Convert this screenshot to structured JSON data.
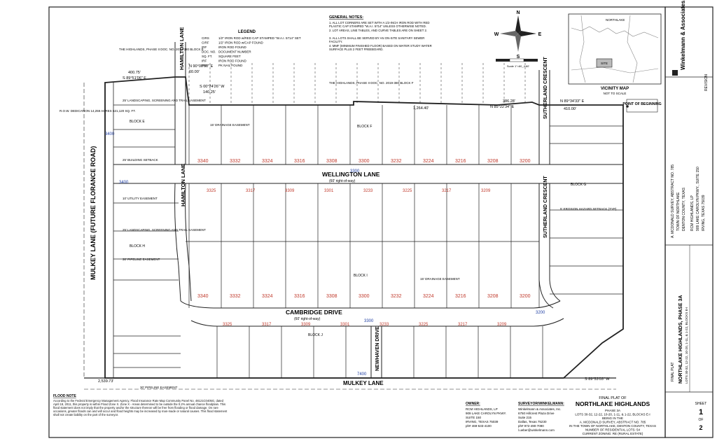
{
  "legend": {
    "title": "LEGEND",
    "items": [
      {
        "abbr": "CIRS",
        "desc": "1/2\" IRON ROD w/RED CAP STAMPED \"W.A.I. 5714\" SET"
      },
      {
        "abbr": "CIRF",
        "desc": "1/2\" IRON ROD w/CAP FOUND"
      },
      {
        "abbr": "IRF",
        "desc": "IRON ROD FOUND"
      },
      {
        "abbr": "DOC. NO.",
        "desc": "DOCUMENT NUMBER"
      },
      {
        "abbr": "SQ. FT.",
        "desc": "SQUARE FEET"
      },
      {
        "abbr": "IRF",
        "desc": "IRON ROD FOUND"
      },
      {
        "abbr": "PKF",
        "desc": "PK NAIL FOUND"
      }
    ]
  },
  "general_notes": {
    "title": "GENERAL NOTES:",
    "items": [
      "1. ALL LOT CORNERS ARE SET WITH A 1/2-INCH IRON ROD WITH RED PLASTIC CAP STAMPED \"W.A.I. 5714\" UNLESS OTHERWISE NOTED.",
      "2. LOT AREAS, LINE TABLES, AND CURVE TABLES ARE ON SHEET 2.",
      "3. ALL LOTS SHALL BE SERVED BY AN ON-SITE SANITARY SEWER FACILITY.",
      "4. MMF (MINIMUM FINISHED FLOOR) BASED ON WATER STUDY WATER SURFACE PLUS 2 FEET FREEBOARD."
    ]
  },
  "streets": {
    "hamilton_top": "HAMILTON LANE",
    "hamilton_mid": "HAMILTON LANE",
    "mulkey_west": "MULKEY LANE (FUTURE FLORANCE ROAD)",
    "mulkey_bottom": "MULKEY LANE",
    "wellington": "WELLINGTON LANE",
    "cambridge": "CAMBRIDGE DRIVE",
    "newhaven": "NEWHAVEN DRIVE",
    "sutherland_top": "SUTHERLAND CRESCENT",
    "sutherland_mid": "SUTHERLAND CRESCENT",
    "row": "(60' right-of-way)"
  },
  "row_dedication": "R.O.W. DEDICATION 14,259 ACRES 621,120 SQ. FT.",
  "tract_note": "THE HIGHLANDS, PHASE II DOC. NO. 2019-380 BLOCK E",
  "tract_note_center": "THE HIGHLANDS, PHASE II DOC. NO. 2019-380 BLOCK F",
  "bearings": [
    {
      "id": "b1",
      "text": "400.75'"
    },
    {
      "id": "b2",
      "text": "S 89°51'06\" E"
    },
    {
      "id": "b3",
      "text": "N 90°00'00\" E"
    },
    {
      "id": "b4",
      "text": "60.00'"
    },
    {
      "id": "b5",
      "text": "S 00°24'26\" W"
    },
    {
      "id": "b6",
      "text": "140.25'"
    },
    {
      "id": "b7",
      "text": "1,264.40'"
    },
    {
      "id": "b8",
      "text": "386.28'"
    },
    {
      "id": "b9",
      "text": "N 85°22'34\" E"
    },
    {
      "id": "b10",
      "text": "N 89°34'33\" E"
    },
    {
      "id": "b11",
      "text": "410.00'"
    },
    {
      "id": "b12",
      "text": "2,539.73'"
    },
    {
      "id": "b13",
      "text": "S 89°53'03\" W"
    }
  ],
  "point_of_beginning": "POINT OF BEGINNING",
  "addresses_row1": [
    "3340",
    "3332",
    "3324",
    "3316",
    "3308",
    "3300",
    "3232",
    "3224",
    "3216",
    "3208",
    "3200"
  ],
  "addresses_row2": [
    "3340",
    "3332",
    "3324",
    "3316",
    "3308",
    "3300",
    "3232",
    "3224",
    "3216",
    "3208",
    "3200"
  ],
  "addresses_mid": [
    "3325",
    "3317",
    "3309",
    "3301",
    "3233",
    "3225",
    "3217",
    "3209"
  ],
  "addresses_low": [
    "3325",
    "3317",
    "3309",
    "3301",
    "3233",
    "3225",
    "3217",
    "3209"
  ],
  "block_labels": [
    "BLOCK E",
    "BLOCK F",
    "BLOCK G",
    "BLOCK H",
    "BLOCK I",
    "BLOCK J"
  ],
  "easements": {
    "drainage": "15' DRAINAGE EASEMENT",
    "utility": "10' UTILITY EASEMENT",
    "landscape": "25' LANDSCAPING, SCREENING AND TRAIL EASEMENT",
    "setback": "25' BUILDING SETBACK",
    "erosion": "5' EROSION HAZARD SETBACK (TYP)",
    "pipeline": "30' PIPELINE EASEMENT"
  },
  "flood_note": {
    "title": "FLOOD NOTE",
    "text": "According to the Federal Emergency Management Agency, Flood Insurance Rate Map Community Panel No. 48121C0405G, dated April 18, 2011, this property is within Flood Zone X. Zone X - Areas determined to be outside the 0.2% annual chance floodplain. This flood statement does not imply that the property and/or the structure thereon will be free from flooding or flood damage. On rare occasions, greater floods can and will occur and flood heights may be increased by man-made or natural causes. This flood statement shall not create liability on the part of the surveyor."
  },
  "owner": {
    "title": "OWNER:",
    "lines": [
      "RCM HIGHLANDS, LP",
      "909 LAKE CAROLYN PKWY.",
      "SUITE 150",
      "IRVING, TEXAS 75039",
      "ph# 469-533-4100"
    ]
  },
  "surveyor": {
    "title": "SURVEYOR/WINKELMANN:",
    "lines": [
      "Winkelmann & Associates, Inc.",
      "6750 Hillcrest Plaza Drive",
      "Suite 215",
      "Dallas, Texas 75230",
      "ph# 972-490-7090",
      "l.ueber@winkelmann.com"
    ]
  },
  "final_plat": {
    "label": "FINAL PLAT OF",
    "name": "NORTHLAKE HIGHLANDS",
    "lines": [
      "PHASE 3A",
      "LOTS 30-32, 12-22, 10-20, 1-11, & 1-22, BLOCKS E-I",
      "BEING IN THE",
      "A. MCDONALD SURVEY, ABSTRACT NO. 785",
      "IN THE TOWN OF NORTHLAKE, DENTON COUNTY, TEXAS",
      "NUMBER OF RESIDENTIAL LOTS: 54",
      "CURRENT ZONING: RE (RURAL ESTATE)"
    ]
  },
  "vicinity": {
    "title": "VICINITY MAP",
    "sub": "NOT TO SCALE",
    "site": "SITE",
    "northlake": "NORTHLAKE"
  },
  "scale": "Scale 1\"=60_4:60'",
  "title_block": {
    "company": "Winkelmann & Associates, Inc.",
    "revision": "REVISION",
    "sheet_label": "SHEET",
    "sheet_num": "1",
    "of": "OF",
    "sheets": "2",
    "plat_vertical": "NORTHLAKE HIGHLANDS, PHASE 3A",
    "lots_vertical": "LOTS 30-32, 12-22, 10-20, 1-11, & 1-22, BLOCKS E-I",
    "final_plat_vertical": "FINAL PLAT",
    "survey_vertical": "A. MCDONALD SURVEY, ABSTRACT NO. 785",
    "town_vertical": "TOWN OF NORTHLAKE",
    "county_vertical": "DENTON COUNTY, TEXAS",
    "owner_vertical": "RCM HIGHLANDS, LP",
    "addr_vertical": "909 LAKE CAROLYN PKWY., SUITE 150",
    "city_vertical": "IRVING, TEXAS 75039"
  },
  "colors": {
    "line": "#222222",
    "red": "#c0392b",
    "blue": "#1f3fa3",
    "ink": "#111111"
  }
}
